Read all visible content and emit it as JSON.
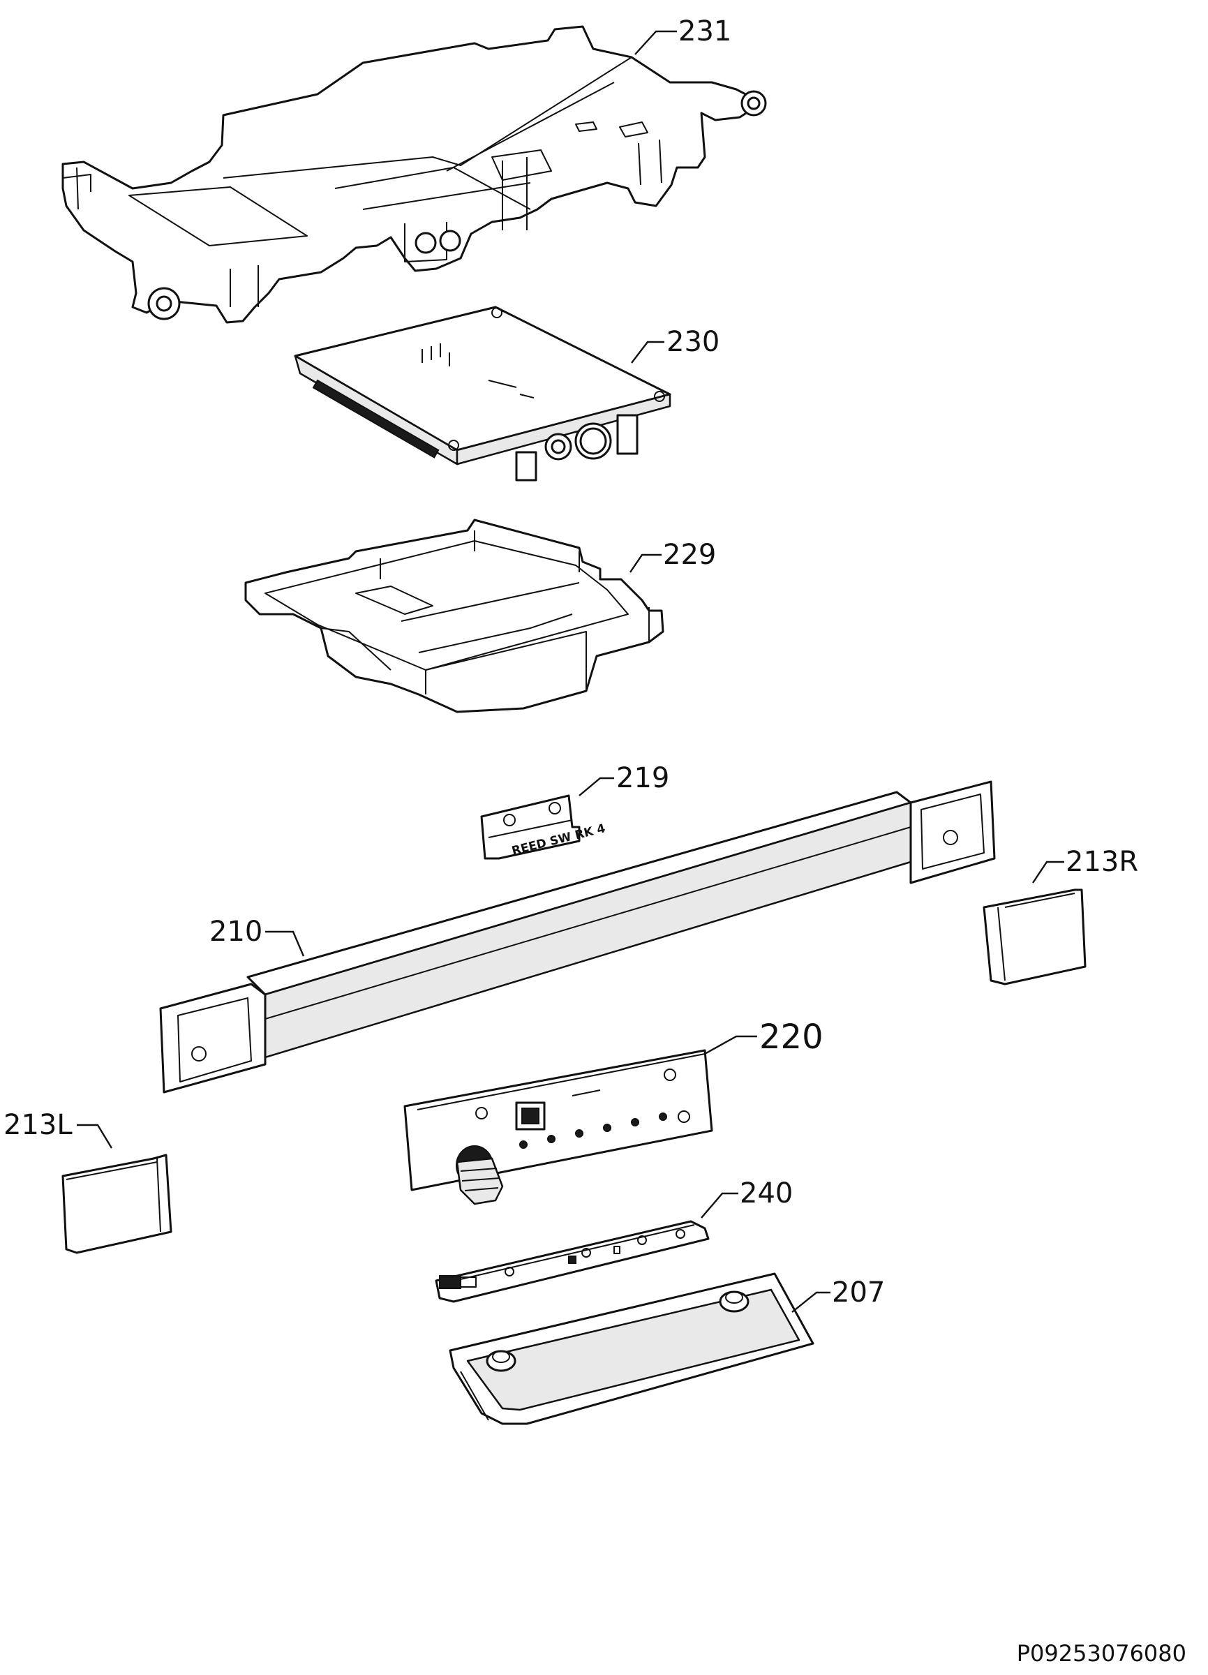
{
  "callouts": {
    "c231": "231",
    "c230": "230",
    "c229": "229",
    "c219": "219",
    "c213r": "213R",
    "c210": "210",
    "c220": "220",
    "c213l": "213L",
    "c240": "240",
    "c207": "207"
  },
  "part_marking": "REED SW RK 4",
  "document_id": "P09253076080"
}
